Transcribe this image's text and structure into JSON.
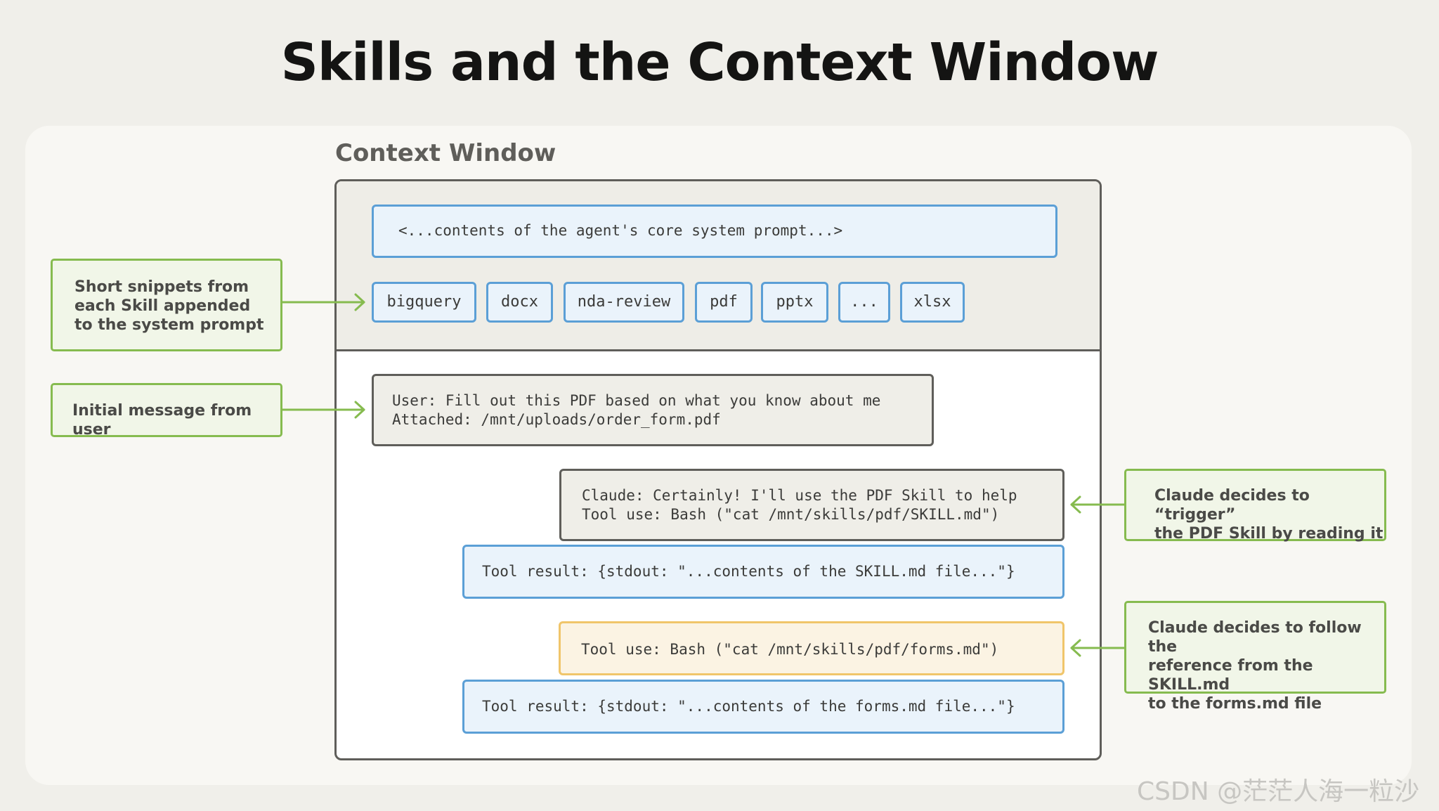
{
  "title": "Skills and the Context Window",
  "context_window_label": "Context Window",
  "system_prompt": "<...contents of the agent's core system prompt...>",
  "skills": [
    "bigquery",
    "docx",
    "nda-review",
    "pdf",
    "pptx",
    "...",
    "xlsx"
  ],
  "messages": {
    "user_line1": "User: Fill out this PDF based on what you know about me",
    "user_line2": "Attached: /mnt/uploads/order_form.pdf",
    "claude_line1": "Claude: Certainly! I'll use the PDF Skill to help",
    "claude_line2": "Tool use: Bash (\"cat /mnt/skills/pdf/SKILL.md\")",
    "tool_result_1": "Tool result: {stdout: \"...contents of the SKILL.md file...\"}",
    "tool_use_2": "Tool use: Bash (\"cat /mnt/skills/pdf/forms.md\")",
    "tool_result_2": "Tool result: {stdout: \"...contents of the forms.md file...\"}"
  },
  "annotations": {
    "snippets": [
      "Short snippets from",
      "each Skill appended",
      "to the system prompt"
    ],
    "initial_message": "Initial message from user",
    "trigger": [
      "Claude decides to “trigger”",
      "the PDF Skill by reading it"
    ],
    "follow": [
      "Claude decides to follow the",
      "reference from the SKILL.md",
      "to the forms.md file"
    ]
  },
  "watermark": "CSDN @茫茫人海一粒沙",
  "colors": {
    "background": "#f0efea",
    "blue_border": "#5b9fd6",
    "green_border": "#86bb4f",
    "yellow_border": "#f0c56a",
    "frame": "#5f5e5a"
  }
}
